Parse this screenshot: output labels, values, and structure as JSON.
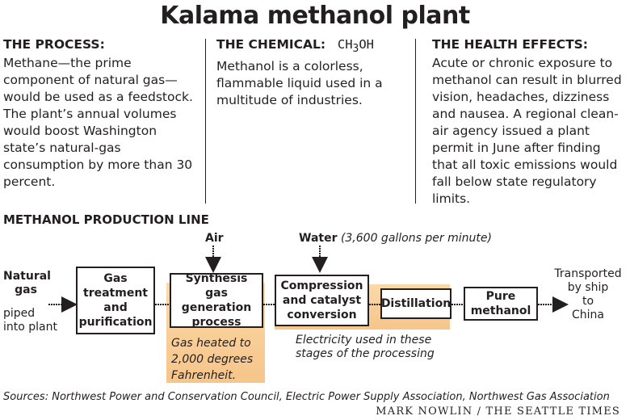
{
  "title": "Kalama methanol plant",
  "columns": {
    "process": {
      "heading": "THE PROCESS:",
      "body": "Methane—the prime component of natural gas—would be used as a feedstock. The plant’s annual volumes would boost Washington state’s natural-gas consumption by more than 30 percent."
    },
    "chemical": {
      "heading": "THE CHEMICAL:",
      "formula_pre": "CH",
      "formula_sub": "3",
      "formula_post": "OH",
      "body": "Methanol is a colorless, flammable liquid used in a multitude of industries."
    },
    "health": {
      "heading": "THE HEALTH EFFECTS:",
      "body": "Acute or chronic exposure to methanol can result in blurred vision, headaches, dizziness and nausea. A regional clean-air agency issued a plant permit in June after finding that all toxic emissions would fall below state regulatory limits."
    }
  },
  "production_line": {
    "heading": "METHANOL PRODUCTION LINE",
    "input": {
      "label_line1": "Natural",
      "label_line2": "gas",
      "note_line1": "piped",
      "note_line2": "into plant"
    },
    "inputs_top": {
      "air": "Air",
      "water": "Water",
      "water_note": "(3,600 gallons per minute)"
    },
    "stages": [
      {
        "line1": "Gas",
        "line2": "treatment",
        "line3": "and",
        "line4": "purification"
      },
      {
        "line1": "Synthesis gas",
        "line2": "generation",
        "line3": "process"
      },
      {
        "line1": "Compression",
        "line2": "and catalyst",
        "line3": "conversion"
      },
      {
        "line1": "Distillation"
      },
      {
        "line1": "Pure",
        "line2": "methanol"
      }
    ],
    "heat_note": {
      "line1": "Gas heated to",
      "line2": "2,000 degrees",
      "line3": "Fahrenheit."
    },
    "electricity_note": {
      "line1": "Electricity used in these",
      "line2": "stages of the processing"
    },
    "output": {
      "line1": "Transported",
      "line2": "by ship",
      "line3": "to",
      "line4": "China"
    }
  },
  "sources": "Sources: Northwest Power and Conservation Council, Electric Power Supply Association, Northwest Gas Association",
  "credit": "MARK NOWLIN / THE SEATTLE TIMES",
  "colors": {
    "highlight": "#f6c58a",
    "text": "#231f20"
  }
}
